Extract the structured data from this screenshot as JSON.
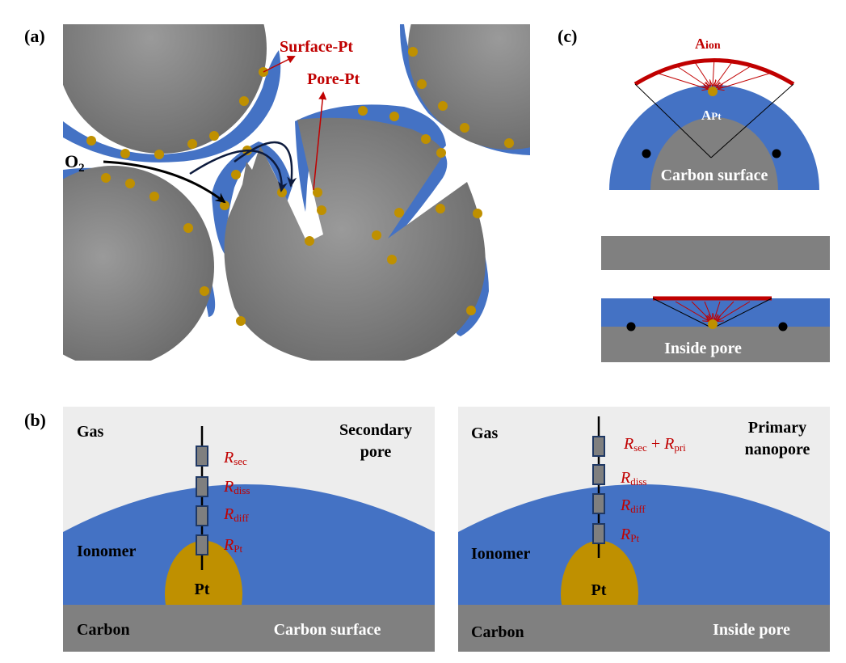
{
  "panel_a": {
    "label": "(a)",
    "surface_pt": "Surface-Pt",
    "pore_pt": "Pore-Pt",
    "o2": "O",
    "o2_sub": "2"
  },
  "panel_b": {
    "label": "(b)",
    "left": {
      "gas": "Gas",
      "pore_line1": "Secondary",
      "pore_line2": "pore",
      "ionomer": "Ionomer",
      "pt": "Pt",
      "carbon": "Carbon",
      "location": "Carbon surface",
      "r_sec": "R",
      "r_sec_sub": "sec",
      "r_diss": "R",
      "r_diss_sub": "diss",
      "r_diff": "R",
      "r_diff_sub": "diff",
      "r_pt": "R",
      "r_pt_sub": "Pt"
    },
    "right": {
      "gas": "Gas",
      "pore_line1": "Primary",
      "pore_line2": "nanopore",
      "ionomer": "Ionomer",
      "pt": "Pt",
      "carbon": "Carbon",
      "location": "Inside pore",
      "r_sec": "R",
      "r_sec_sub": "sec",
      "plus": " + ",
      "r_pri": "R",
      "r_pri_sub": "pri",
      "r_diss": "R",
      "r_diss_sub": "diss",
      "r_diff": "R",
      "r_diff_sub": "diff",
      "r_pt": "R",
      "r_pt_sub": "Pt"
    }
  },
  "panel_c": {
    "label": "(c)",
    "a_ion": "A",
    "a_ion_sub": "ion",
    "a_pt": "A",
    "a_pt_sub": "Pt",
    "carbon_surface": "Carbon surface",
    "inside_pore": "Inside pore"
  },
  "colors": {
    "carbon_gray": "#808080",
    "ionomer_blue": "#4472c4",
    "pt_gold": "#bf9000",
    "gas_bg": "#ededed",
    "red_label": "#c00000",
    "black": "#000000"
  }
}
